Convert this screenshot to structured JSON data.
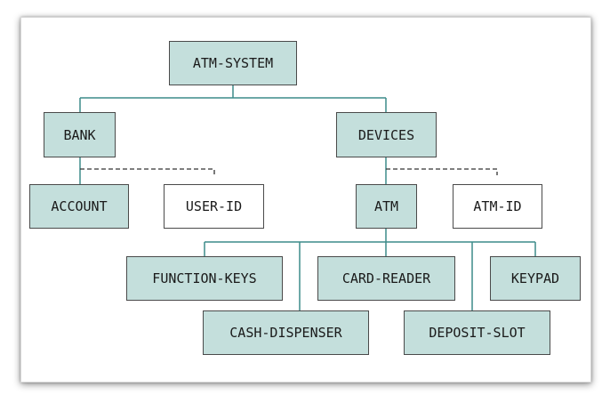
{
  "diagram": {
    "colors": {
      "node_fill": "#c4dfdc",
      "node_border": "#4a4a4a",
      "edge": "#3d8c8a",
      "dashed_edge": "#333333"
    },
    "nodes": {
      "atm_system": "ATM-SYSTEM",
      "bank": "BANK",
      "devices": "DEVICES",
      "account": "ACCOUNT",
      "user_id": "USER-ID",
      "atm": "ATM",
      "atm_id": "ATM-ID",
      "function_keys": "FUNCTION-KEYS",
      "card_reader": "CARD-READER",
      "keypad": "KEYPAD",
      "cash_dispenser": "CASH-DISPENSER",
      "deposit_slot": "DEPOSIT-SLOT"
    }
  }
}
